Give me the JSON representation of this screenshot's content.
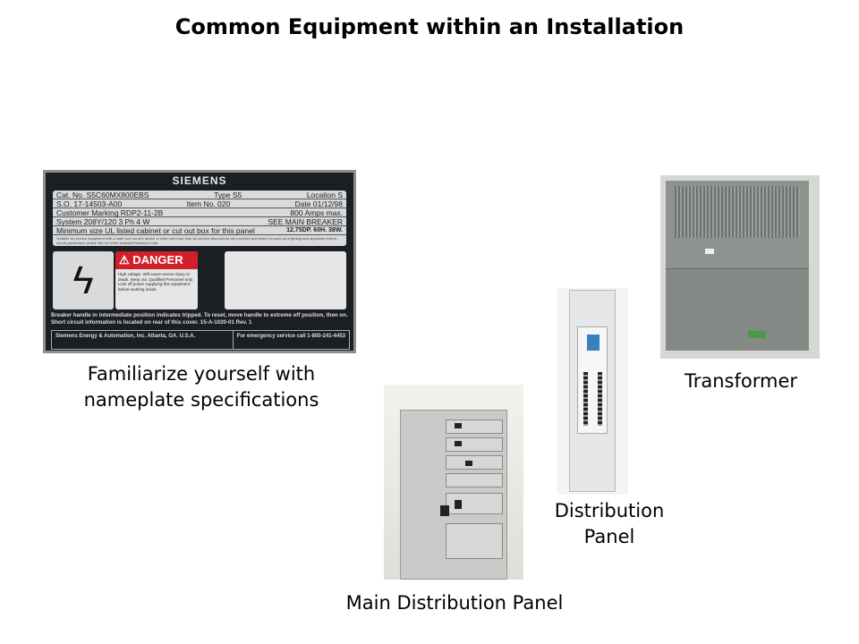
{
  "title": "Common Equipment within an Installation",
  "nameplate": {
    "brand": "SIEMENS",
    "rows": [
      [
        "Cat. No.  S5C60MX800EBS",
        "Type  S5",
        "Location  S"
      ],
      [
        "S.O.  17-14503-A00",
        "Item No.  020",
        "Date  01/12/98"
      ],
      [
        "Customer Marking  RDP2-11-2B",
        "",
        "800  Amps max."
      ],
      [
        "System  208Y/120 3 Ph 4 W",
        "",
        "SEE MAIN BREAKER"
      ],
      [
        "Minimum size UL listed cabinet or cut out box for this panel",
        "",
        "12.75DP.  60H.  38W."
      ]
    ],
    "fine_print": "Suitable for service equipment with a main over current device or when not more than six service disconnects are provided and when not used as a lighting and appliance branch circuit panelboard. Article 384-14 of the National Electrical Code.",
    "danger_label": "⚠ DANGER",
    "danger_text": "High voltage. Will cause severe injury or death. Keep out. Qualified Personnel only. Lock off power supplying this equipment before working inside.",
    "warning": "Breaker handle in intermediate position indicates tripped. To reset, move handle to extreme off position, then on. Short circuit information is located on rear of this cover.  15-A-1020-01 Rev. 1",
    "company": "Siemens Energy & Automation, Inc. Atlanta, GA. U.S.A.",
    "emergency": "For emergency service call 1-800-241-4453",
    "caption_line1": "Familiarize yourself with",
    "caption_line2": "nameplate specifications"
  },
  "main_panel": {
    "caption": "Main Distribution Panel"
  },
  "distribution_panel": {
    "caption_line1": "Distribution",
    "caption_line2": "Panel"
  },
  "transformer": {
    "caption": "Transformer"
  }
}
